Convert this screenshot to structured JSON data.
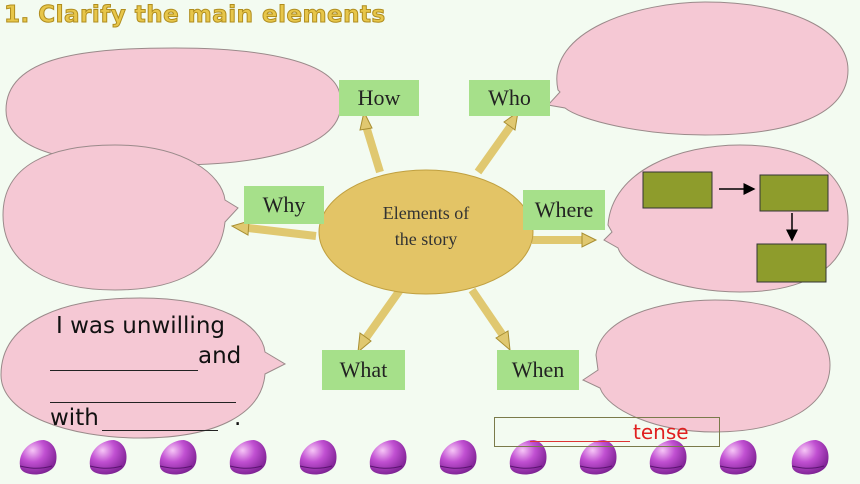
{
  "title": "1. Clarify the main elements",
  "center": {
    "line1": "Elements of",
    "line2": "the story"
  },
  "labels": {
    "how": "How",
    "who": "Who",
    "why": "Why",
    "where": "Where",
    "what": "What",
    "when": "When"
  },
  "what_bubble": {
    "line1": "I was unwilling",
    "line2": "and",
    "line3": "with",
    "line4": "."
  },
  "when_box": {
    "text": "tense"
  },
  "colors": {
    "bubble": "#f5c8d4",
    "center": "#e3c466",
    "label": "#a6e08a",
    "arrow": "#e0c870",
    "flow_box": "#8e9c2c",
    "tense_text": "#e02020"
  },
  "shells_count": 12
}
